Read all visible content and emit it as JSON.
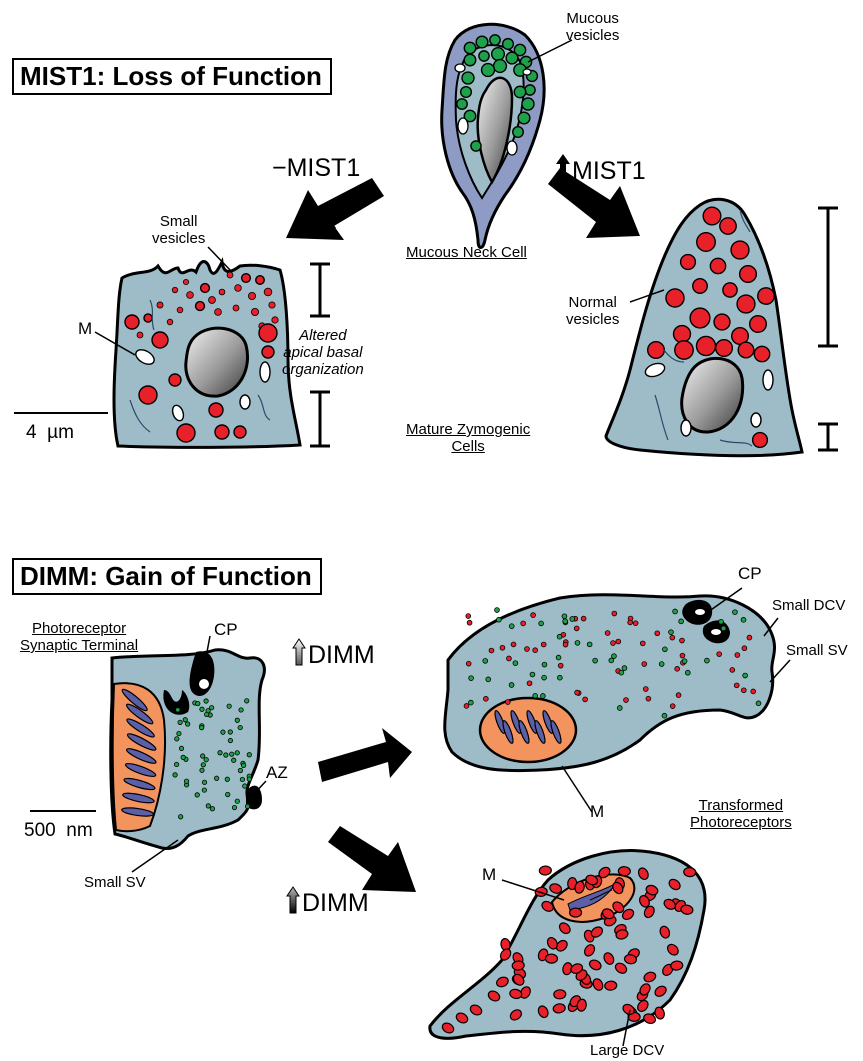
{
  "sections": {
    "mist1": {
      "title": "MIST1: Loss of Function",
      "minus_label": "−MIST1",
      "up_label": "MIST1",
      "mucous_vesicles": "Mucous\nvesicles",
      "mucous_neck_cell": "Mucous Neck Cell",
      "small_vesicles": "Small\nvesicles",
      "normal_vesicles": "Normal\nvesicles",
      "m_label": "M",
      "altered_org": "Altered\napical basal\norganization",
      "mature_cells": "Mature Zymogenic\nCells",
      "scale_bar": "4  µm"
    },
    "dimm": {
      "title": "DIMM: Gain of Function",
      "photoreceptor": "Photoreceptor\nSynaptic Terminal",
      "cp_label": "CP",
      "az_label": "AZ",
      "scale_bar": "500  nm",
      "small_sv_left": "Small SV",
      "dimm_label_top": "DIMM",
      "dimm_label_bottom": "DIMM",
      "cp_label_right": "CP",
      "small_dcv": "Small DCV",
      "small_sv_right": "Small SV",
      "m_label_top": "M",
      "transformed": "Transformed\nPhotoreceptors",
      "m_label_bottom": "M",
      "large_dcv": "Large DCV"
    }
  },
  "colors": {
    "cell_fill": "#9dbcc8",
    "mucous_cell_fill": "#8e9bc4",
    "red_vesicle": "#e8202a",
    "green_vesicle": "#1fa04a",
    "mito_orange": "#f3945e",
    "mito_cristae": "#5b5fa8",
    "outline": "#000000"
  }
}
